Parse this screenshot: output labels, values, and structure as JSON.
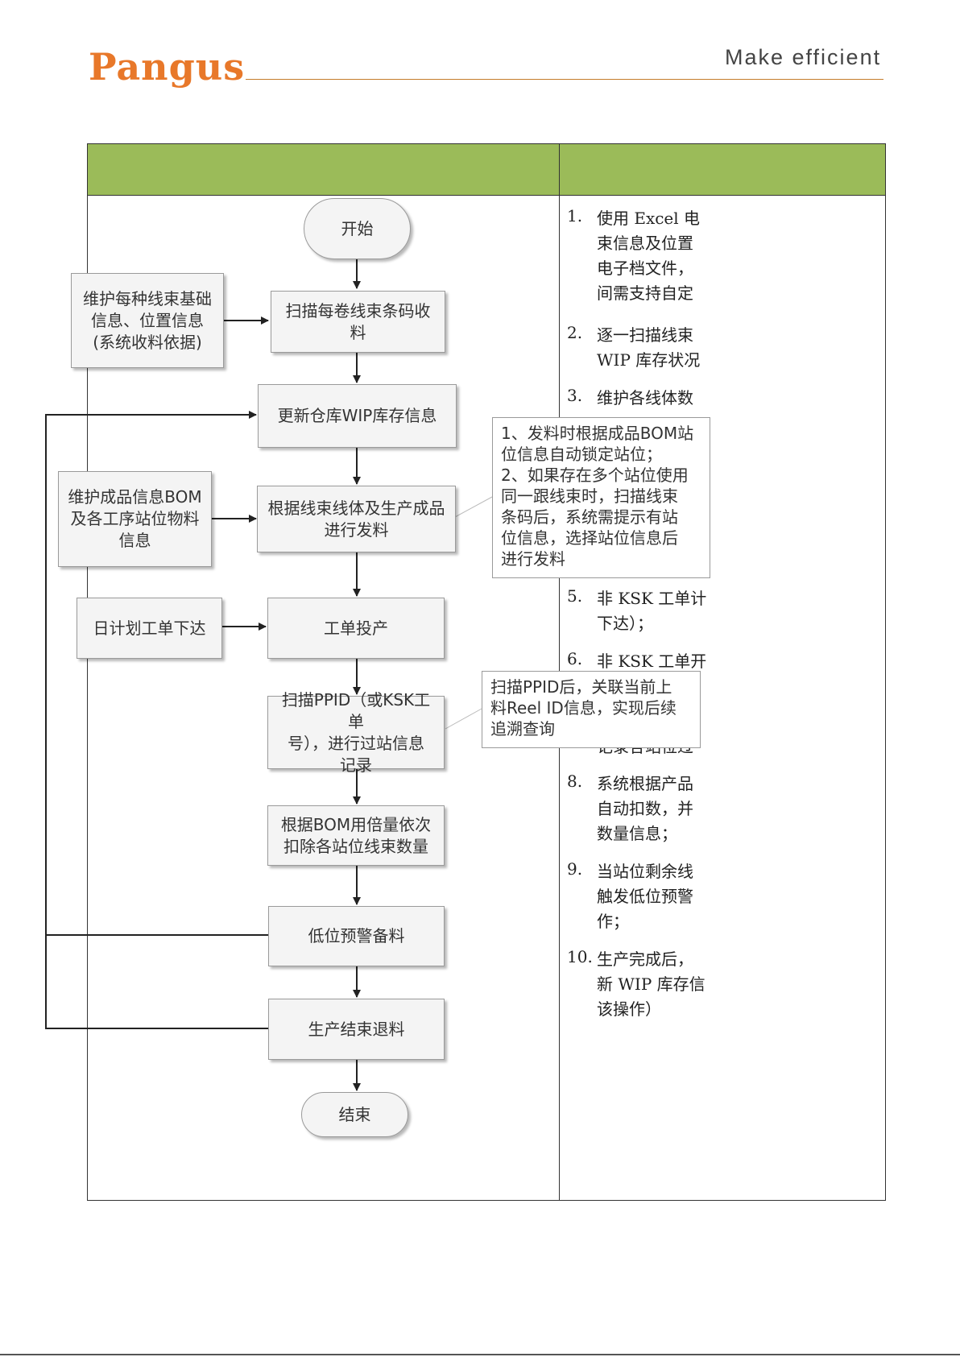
{
  "header": {
    "logo": "Pangus",
    "slogan": "Make efficient"
  },
  "flow": {
    "start": "开始",
    "maintain_harness": "维护每种线束基础\n信息、位置信息\n(系统收料依据)",
    "scan_roll": "扫描每卷线束条码收\n料",
    "update_wip": "更新仓库WIP库存信息",
    "maintain_bom": "维护成品信息BOM\n及各工序站位物料\n信息",
    "issue_material": "根据线束线体及生产成品\n进行发料",
    "daily_plan": "日计划工单下达",
    "order_start": "工单投产",
    "scan_ppid": "扫描PPID（或KSK工单\n号），进行过站信息\n记录",
    "deduct_bom": "根据BOM用倍量依次\n扣除各站位线束数量",
    "low_warning": "低位预警备料",
    "return_material": "生产结束退料",
    "end": "结束"
  },
  "notes": {
    "issue_note": "1、发料时根据成品BOM站\n位信息自动锁定站位；\n2、如果存在多个站位使用\n同一跟线束时，扫描线束\n条码后，系统需提示有站\n位信息，选择站位信息后\n进行发料",
    "ppid_note": "扫描PPID后，关联当前上\n料Reel ID信息，实现后续\n追溯查询"
  },
  "steps": [
    {
      "num": "1.",
      "text": "使用 Excel 电\n束信息及位置\n电子档文件，\n间需支持自定"
    },
    {
      "num": "2.",
      "text": "逐一扫描线束\nWIP 库存状况"
    },
    {
      "num": "3.",
      "text": "维护各线体数"
    },
    {
      "num": "5.",
      "text": "非 KSK 工单计\n下达）；"
    },
    {
      "num": "6.",
      "text": "非 KSK 工单开"
    },
    {
      "num": "",
      "text": "记录各站位过"
    },
    {
      "num": "8.",
      "text": "系统根据产品\n自动扣数，并\n数量信息；"
    },
    {
      "num": "9.",
      "text": "当站位剩余线\n触发低位预警\n作；"
    },
    {
      "num": "10.",
      "text": "生产完成后，\n新 WIP 库存信\n该操作）"
    }
  ]
}
